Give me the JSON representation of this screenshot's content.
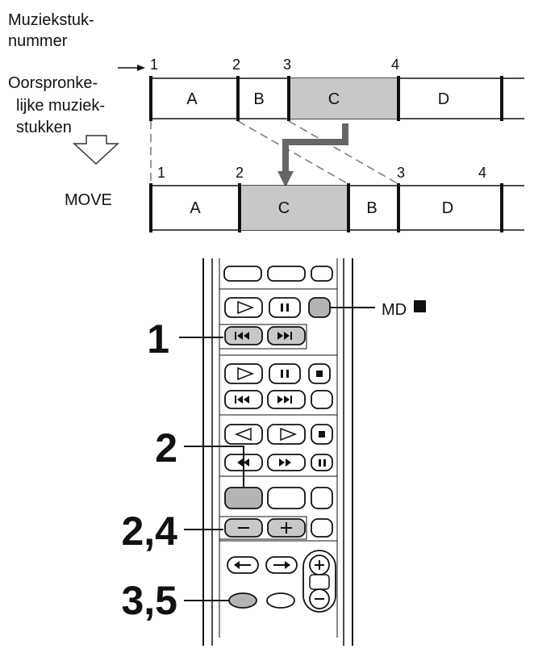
{
  "labels": {
    "track_number_line1": "Muziekstuk-",
    "track_number_line2": "nummer",
    "original_line1": "Oorspronke-",
    "original_line2": "lijke muziek-",
    "original_line3": "stukken",
    "move": "MOVE",
    "md_stop": "MD"
  },
  "top_strip": {
    "numbers": [
      "1",
      "2",
      "3",
      "4"
    ],
    "segments": [
      {
        "label": "A",
        "shaded": false
      },
      {
        "label": "B",
        "shaded": false
      },
      {
        "label": "C",
        "shaded": true
      },
      {
        "label": "D",
        "shaded": false
      }
    ]
  },
  "bottom_strip": {
    "numbers": [
      "1",
      "2",
      "3",
      "4"
    ],
    "segments": [
      {
        "label": "A",
        "shaded": false
      },
      {
        "label": "C",
        "shaded": true
      },
      {
        "label": "B",
        "shaded": false
      },
      {
        "label": "D",
        "shaded": false
      }
    ]
  },
  "steps": {
    "step1": "1",
    "step2": "2",
    "step24": "2,4",
    "step35": "3,5"
  },
  "colors": {
    "shade": "#c8c8c8",
    "highlight": "#b4b4b4",
    "ink": "#111111",
    "arrow": "#666666"
  }
}
